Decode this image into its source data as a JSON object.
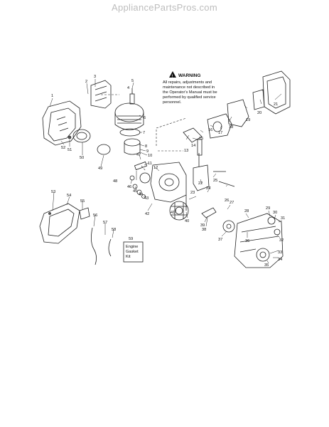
{
  "header": {
    "site": "AppliancePartsPros.com"
  },
  "warning": {
    "title": "WARNING",
    "lines": [
      "All repairs, adjustments and",
      "maintenance not described in",
      "the Operator's Manual must be",
      "performed by qualified service",
      "personnel."
    ]
  },
  "kit": {
    "number": "59",
    "lines": [
      "Engine",
      "Gasket",
      "Kit"
    ]
  },
  "callouts": [
    "1",
    "2",
    "3",
    "4",
    "5",
    "6",
    "7",
    "8",
    "9",
    "10",
    "11",
    "12",
    "13",
    "14",
    "15",
    "16",
    "17",
    "18",
    "19",
    "20",
    "21",
    "22",
    "23",
    "24",
    "25",
    "26",
    "27",
    "28",
    "29",
    "30",
    "31",
    "32",
    "33",
    "34",
    "35",
    "36",
    "37",
    "38",
    "39",
    "40",
    "41",
    "42",
    "43",
    "44",
    "45",
    "46",
    "47",
    "48",
    "49",
    "50",
    "51",
    "52",
    "53",
    "54",
    "55",
    "56",
    "57",
    "58"
  ],
  "colors": {
    "ink": "#222222",
    "header": "#bdbdbd"
  }
}
